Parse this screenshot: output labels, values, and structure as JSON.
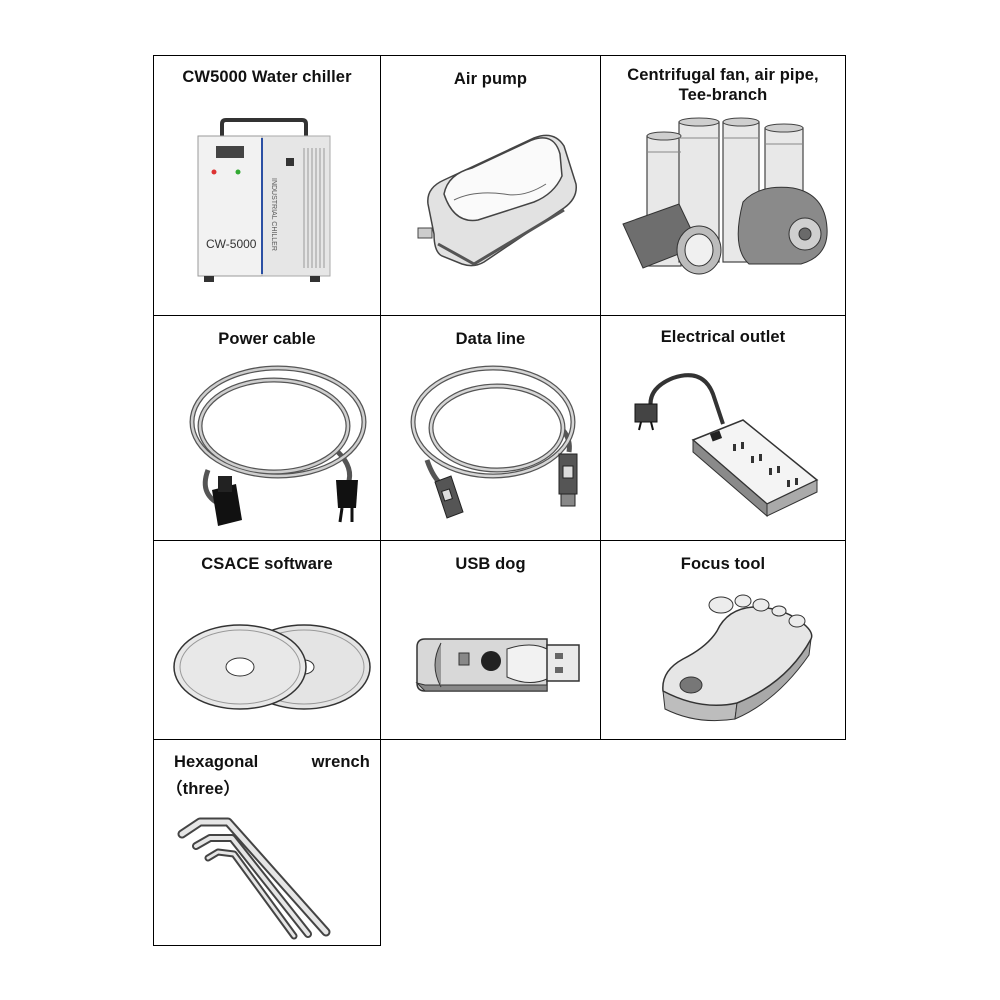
{
  "items": [
    {
      "label_line1": "CW5000 Water chiller",
      "label_line2": "",
      "device_text": "CW-5000",
      "device_side_text": "INDUSTRIAL CHILLER"
    },
    {
      "label_line1": "Air pump",
      "label_line2": ""
    },
    {
      "label_line1": "Centrifugal fan, air pipe,",
      "label_line2": "Tee-branch"
    },
    {
      "label_line1": "Power cable",
      "label_line2": ""
    },
    {
      "label_line1": "Data line",
      "label_line2": ""
    },
    {
      "label_line1": "Electrical outlet",
      "label_line2": ""
    },
    {
      "label_line1": "CSACE software",
      "label_line2": ""
    },
    {
      "label_line1": "USB dog",
      "label_line2": ""
    },
    {
      "label_line1": "Focus tool",
      "label_line2": ""
    },
    {
      "label_line1": "Hexagonal wrench",
      "label_line2": "（three）"
    }
  ]
}
